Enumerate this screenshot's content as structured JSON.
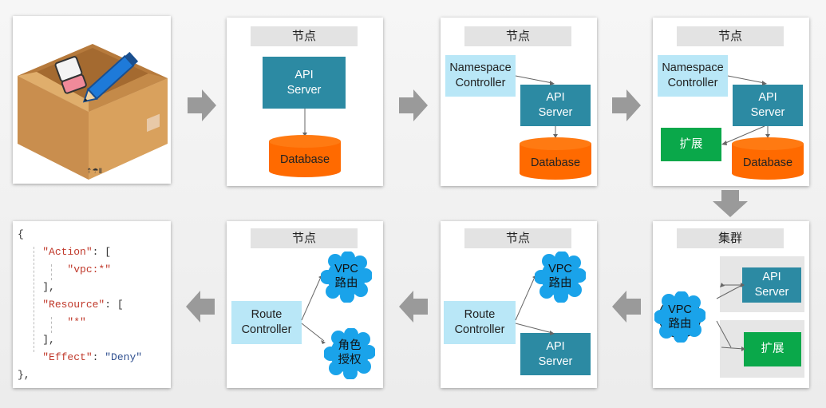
{
  "colors": {
    "teal": "#2c8aa3",
    "light_blue": "#b9e7f7",
    "orange": "#ff6a00",
    "green": "#0aa84a",
    "cloud_blue": "#1aa3ea",
    "arrow_gray": "#9a9a9a"
  },
  "panel1": {
    "icon": "cardboard-box-with-eraser-and-pencil"
  },
  "panel2": {
    "header": "节点",
    "api": "API\nServer",
    "db": "Database"
  },
  "panel3": {
    "header": "节点",
    "ns": "Namespace\nController",
    "api": "API\nServer",
    "db": "Database"
  },
  "panel4": {
    "header": "节点",
    "ns": "Namespace\nController",
    "api": "API\nServer",
    "ext": "扩展",
    "db": "Database"
  },
  "panel5": {
    "header": "集群",
    "vpc": "VPC\n路由",
    "api": "API\nServer",
    "ext": "扩展"
  },
  "panel6": {
    "header": "节点",
    "route": "Route\nController",
    "vpc": "VPC\n路由",
    "api": "API\nServer"
  },
  "panel7": {
    "header": "节点",
    "route": "Route\nController",
    "vpc": "VPC\n路由",
    "role": "角色\n授权"
  },
  "panel8": {
    "code": {
      "l1": "{",
      "action_key": "\"Action\"",
      "action_tail": ": [",
      "action_val": "\"vpc:*\"",
      "close1": "],",
      "resource_key": "\"Resource\"",
      "resource_tail": ": [",
      "resource_val": "\"*\"",
      "close2": "],",
      "effect_key": "\"Effect\"",
      "effect_sep": ": ",
      "effect_val": "\"Deny\"",
      "l_end": "},"
    }
  }
}
